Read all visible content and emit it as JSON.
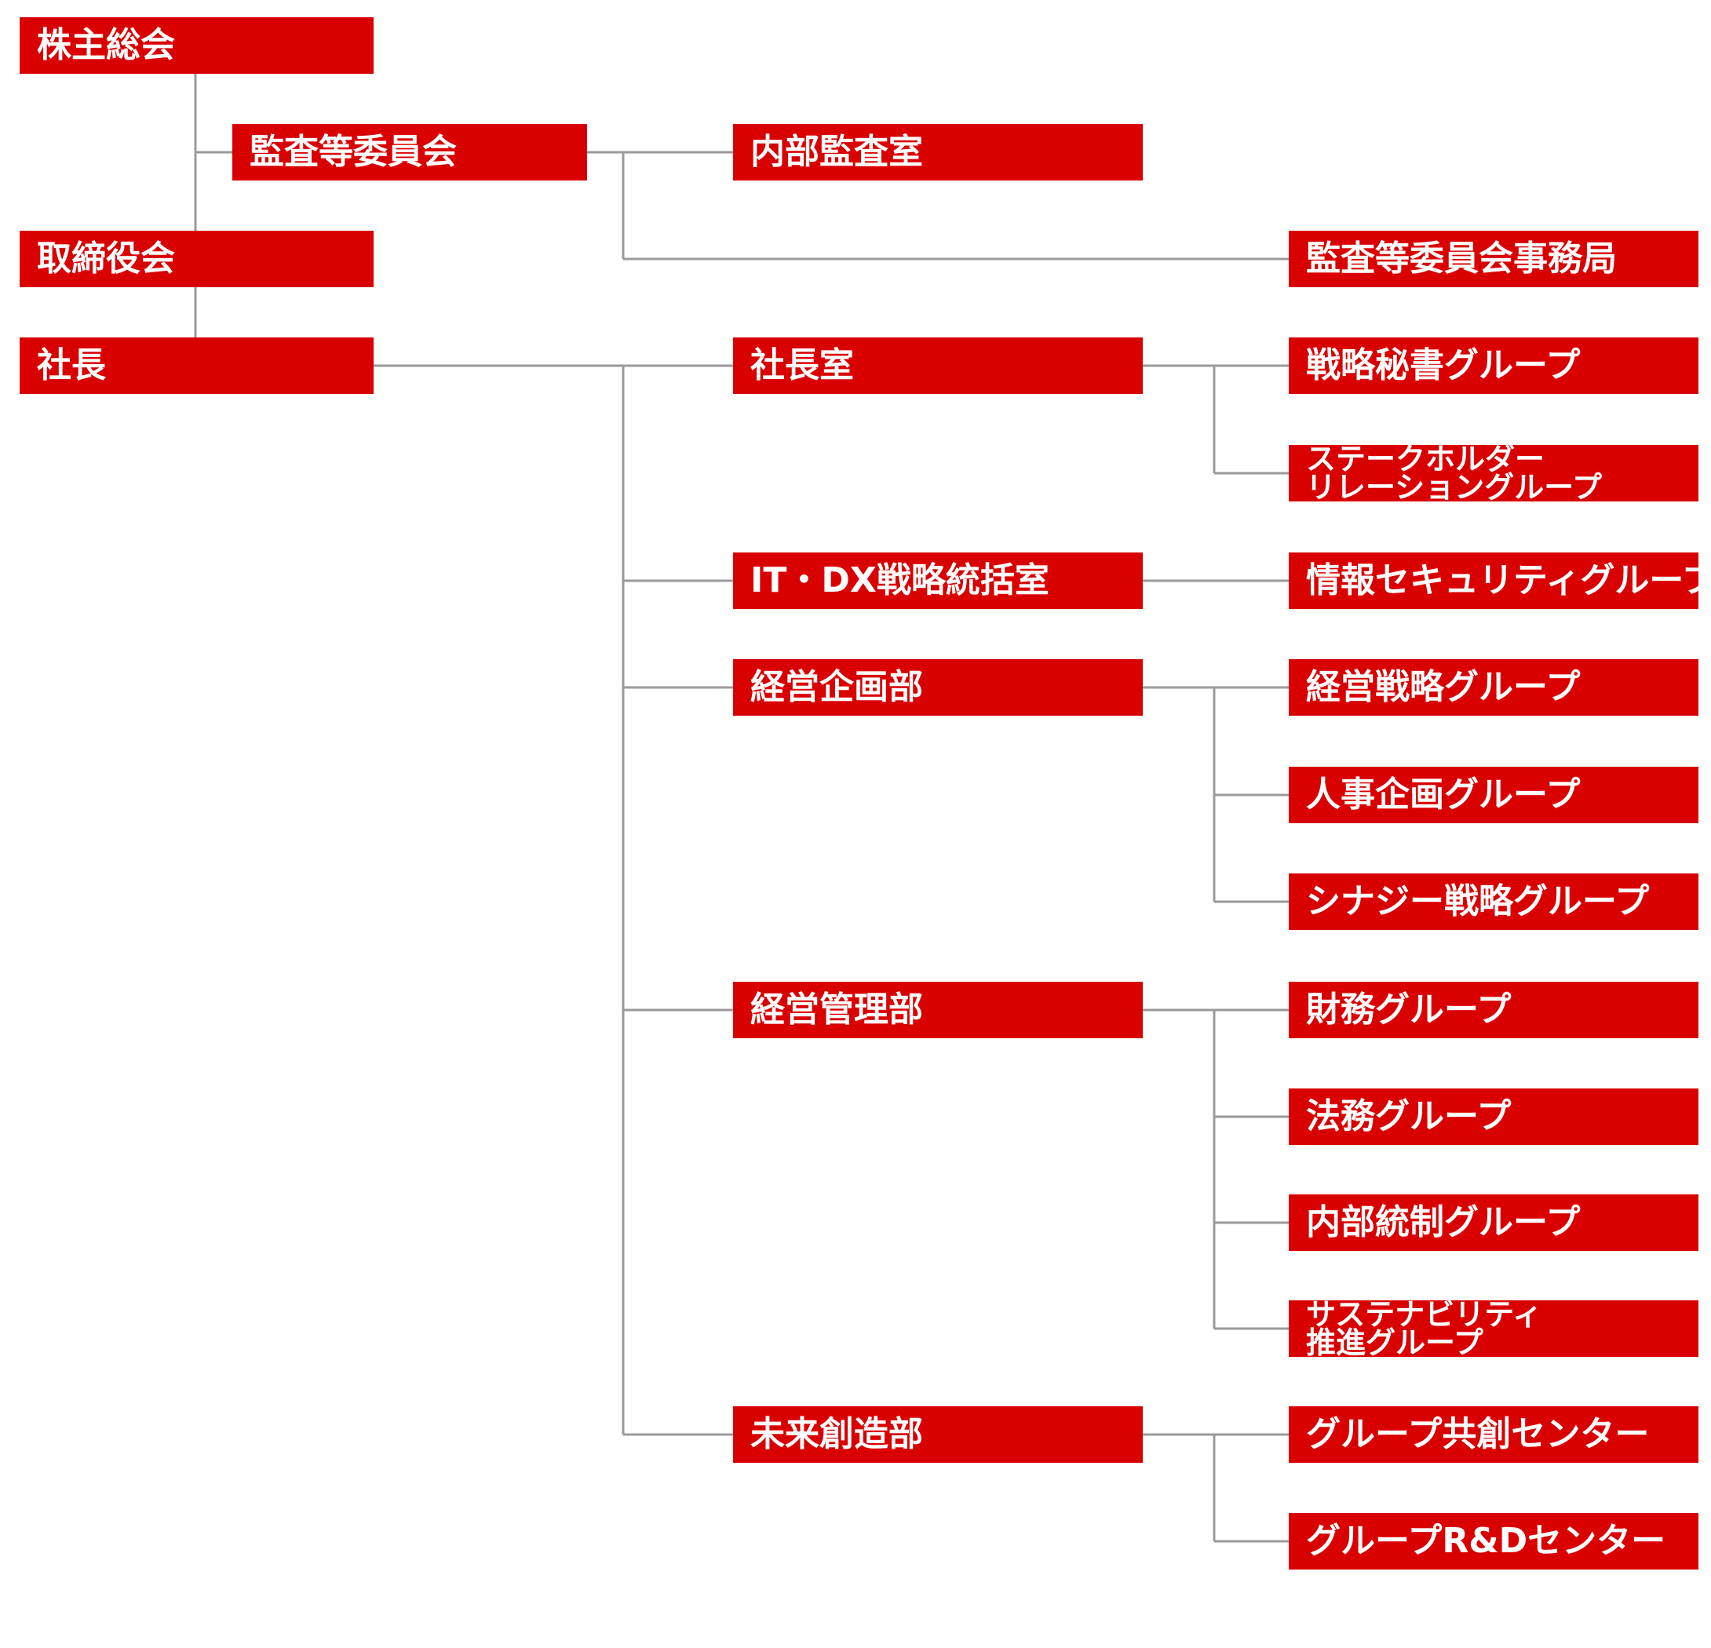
{
  "org_chart": {
    "shareholders_meeting": "株主総会",
    "audit_committee": "監査等委員会",
    "internal_audit_office": "内部監査室",
    "audit_committee_office": "監査等委員会事務局",
    "board_of_directors": "取締役会",
    "president": "社長",
    "presidents_office": {
      "label": "社長室",
      "groups": [
        {
          "line1": "戦略秘書グループ"
        },
        {
          "line1": "ステークホルダー",
          "line2": "リレーショングループ"
        }
      ]
    },
    "it_dx_office": {
      "label": "IT・DX戦略統括室",
      "groups": [
        {
          "line1": "情報セキュリティグループ"
        }
      ]
    },
    "corporate_planning": {
      "label": "経営企画部",
      "groups": [
        {
          "line1": "経営戦略グループ"
        },
        {
          "line1": "人事企画グループ"
        },
        {
          "line1": "シナジー戦略グループ"
        }
      ]
    },
    "corporate_management": {
      "label": "経営管理部",
      "groups": [
        {
          "line1": "財務グループ"
        },
        {
          "line1": "法務グループ"
        },
        {
          "line1": "内部統制グループ"
        },
        {
          "line1": "サステナビリティ",
          "line2": "推進グループ"
        }
      ]
    },
    "future_creation": {
      "label": "未来創造部",
      "groups": [
        {
          "line1": "グループ共創センター"
        },
        {
          "line1": "グループR&Dセンター"
        }
      ]
    }
  },
  "colors": {
    "box": "#d90000",
    "text": "#ffffff",
    "line": "#9a9a9a"
  }
}
